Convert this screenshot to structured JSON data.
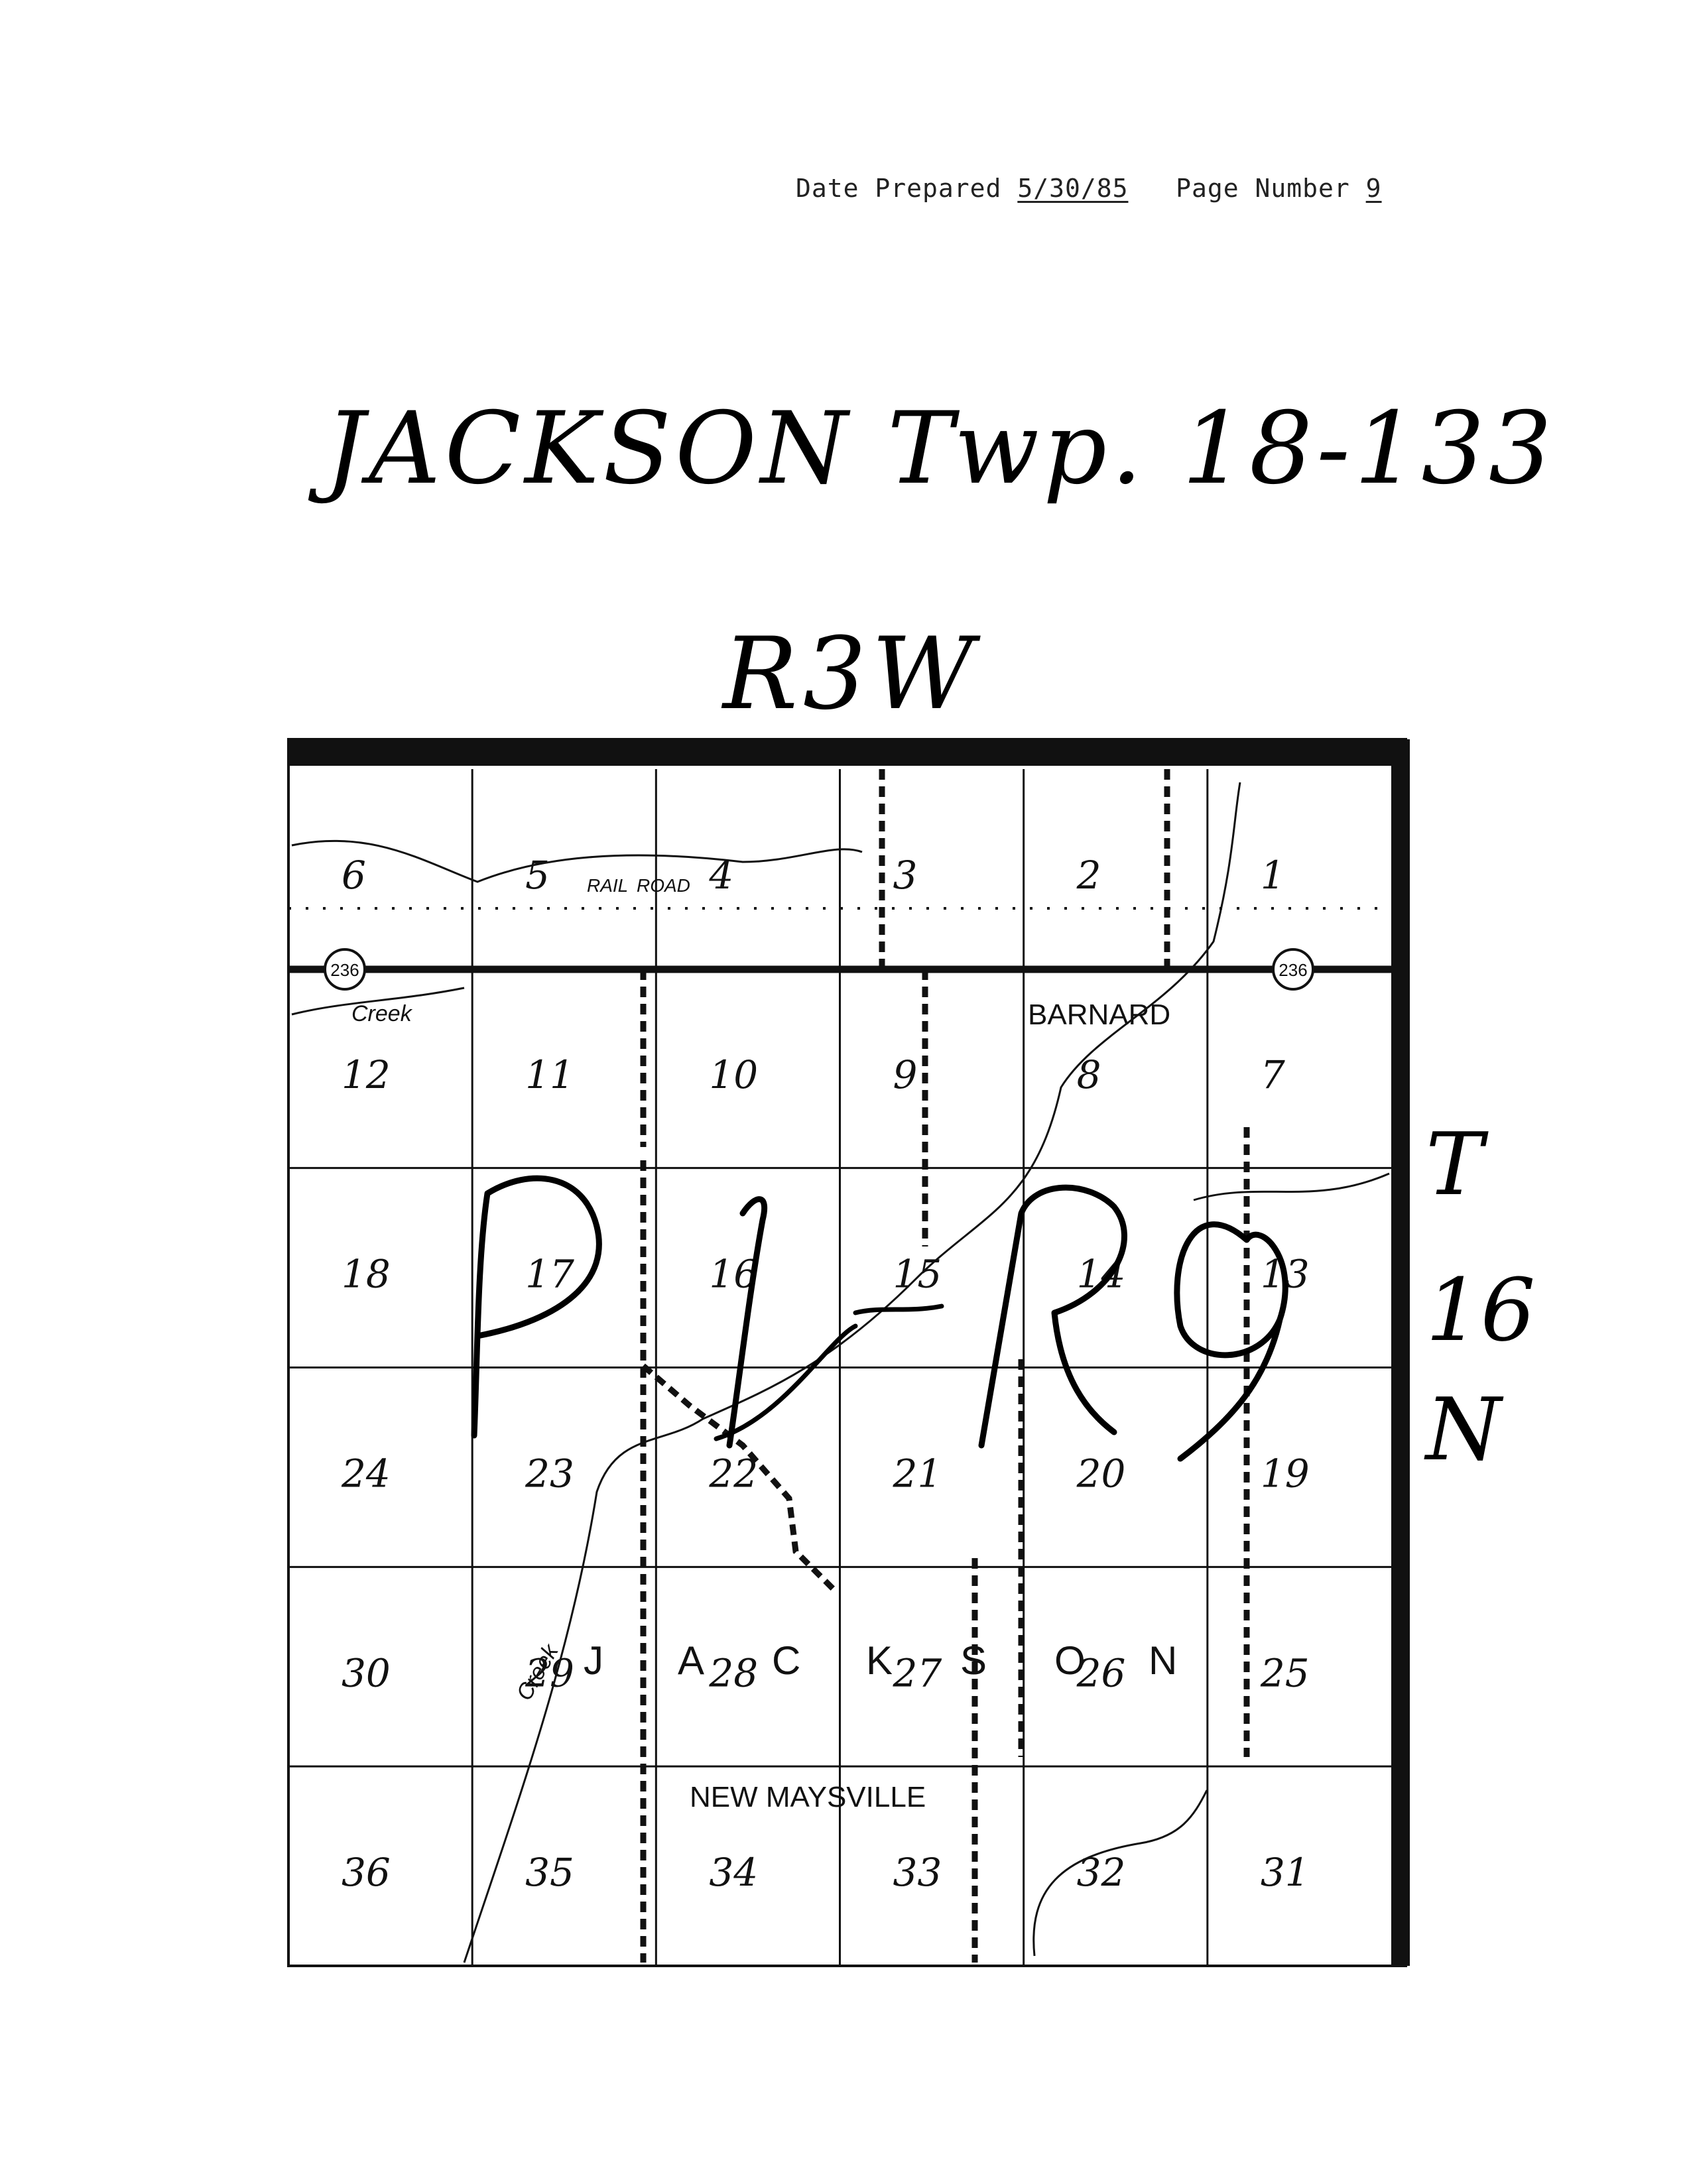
{
  "header": {
    "date_label": "Date Prepared",
    "date_value": "5/30/85",
    "page_label": "Page Number",
    "page_value": "9"
  },
  "title": "JACKSON Twp. 18-133",
  "range_label": "R3W",
  "township_label": {
    "line1": "T",
    "line2": "16",
    "line3": "N"
  },
  "map": {
    "sections": [
      "6",
      "5",
      "4",
      "3",
      "2",
      "1",
      "7",
      "8",
      "9",
      "10",
      "11",
      "12",
      "18",
      "17",
      "16",
      "15",
      "14",
      "13",
      "19",
      "20",
      "21",
      "22",
      "23",
      "24",
      "30",
      "29",
      "28",
      "27",
      "26",
      "25",
      "31",
      "32",
      "33",
      "34",
      "35",
      "36"
    ],
    "township_name_letters": [
      "J",
      "A",
      "C",
      "K",
      "S",
      "O",
      "N"
    ],
    "place_labels": {
      "town_north": "BARNARD",
      "town_south": "NEW MAYSVILLE",
      "railroad_word1": "RAIL",
      "railroad_word2": "ROAD"
    },
    "creek_labels": {
      "north": "Creek",
      "south": "Creek"
    },
    "highway_shield": "236",
    "handwritten_overlay": "P1R9",
    "colors": {
      "ink": "#111111",
      "paper": "#ffffff"
    }
  }
}
